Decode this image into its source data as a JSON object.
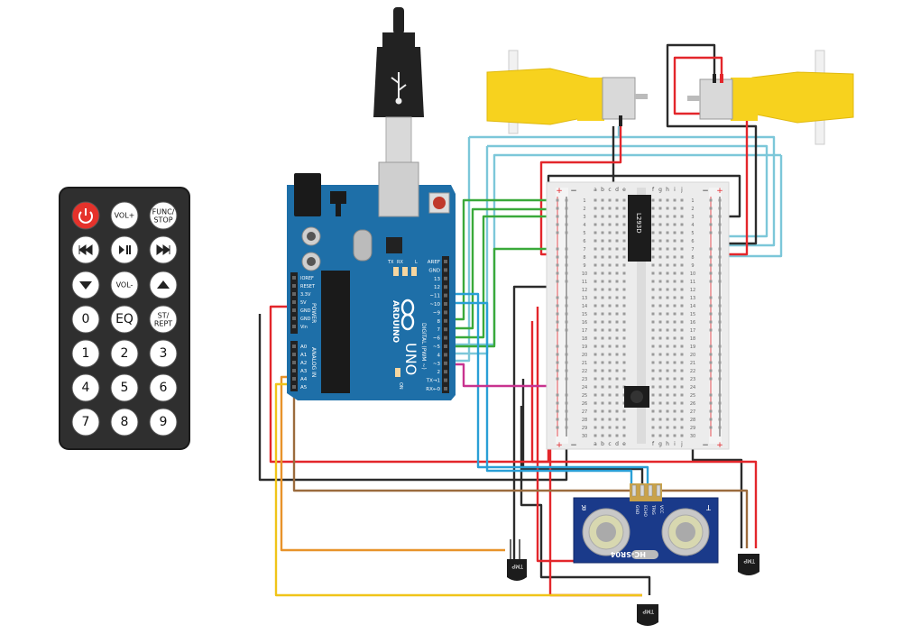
{
  "remote": {
    "buttons": [
      {
        "id": "power",
        "label": "",
        "icon": "power-icon"
      },
      {
        "id": "vol-up",
        "label": "VOL+"
      },
      {
        "id": "func-stop",
        "label": "FUNC/",
        "label2": "STOP"
      },
      {
        "id": "prev",
        "label": "",
        "icon": "skip-back-icon"
      },
      {
        "id": "play-pause",
        "label": "",
        "icon": "play-pause-icon"
      },
      {
        "id": "next",
        "label": "",
        "icon": "skip-forward-icon"
      },
      {
        "id": "down",
        "label": "",
        "icon": "arrow-down-icon"
      },
      {
        "id": "vol-down",
        "label": "VOL-"
      },
      {
        "id": "up",
        "label": "",
        "icon": "arrow-up-icon"
      },
      {
        "id": "zero",
        "label": "0"
      },
      {
        "id": "eq",
        "label": "EQ"
      },
      {
        "id": "st-rept",
        "label": "ST/",
        "label2": "REPT"
      },
      {
        "id": "one",
        "label": "1"
      },
      {
        "id": "two",
        "label": "2"
      },
      {
        "id": "three",
        "label": "3"
      },
      {
        "id": "four",
        "label": "4"
      },
      {
        "id": "five",
        "label": "5"
      },
      {
        "id": "six",
        "label": "6"
      },
      {
        "id": "seven",
        "label": "7"
      },
      {
        "id": "eight",
        "label": "8"
      },
      {
        "id": "nine",
        "label": "9"
      }
    ]
  },
  "arduino": {
    "brand": "ARDUINO",
    "model": "UNO",
    "on_label": "ON",
    "tx_label": "TX",
    "rx_label": "RX",
    "l_label": "L",
    "digital_label": "DIGITAL (PWM ~)",
    "analog_label": "ANALOG IN",
    "power_label": "POWER",
    "digital_pins": [
      "AREF",
      "GND",
      "13",
      "12",
      "~11",
      "~10",
      "~9",
      "8",
      "7",
      "~6",
      "~5",
      "4",
      "~3",
      "2",
      "TX→1",
      "RX←0"
    ],
    "power_pins": [
      "IOREF",
      "RESET",
      "3.3V",
      "5V",
      "GND",
      "GND",
      "Vin"
    ],
    "analog_pins": [
      "A0",
      "A1",
      "A2",
      "A3",
      "A4",
      "A5"
    ]
  },
  "motor_driver": {
    "label": "L293D"
  },
  "breadboard": {
    "col_letters_left": [
      "a",
      "b",
      "c",
      "d",
      "e"
    ],
    "col_letters_right": [
      "f",
      "g",
      "h",
      "i",
      "j"
    ],
    "row_count": 30
  },
  "ultrasonic": {
    "model": "HC-SR04",
    "pins": [
      "VCC",
      "TRIG",
      "ECHO",
      "GND"
    ],
    "mark_left": "R",
    "mark_right": "T"
  },
  "temp_sensors": [
    {
      "label": "TMP"
    },
    {
      "label": "TMP"
    },
    {
      "label": "TMP"
    }
  ],
  "colors": {
    "wire_red": "#e3262b",
    "wire_black": "#2b2b2b",
    "wire_green": "#3aa93a",
    "wire_blue": "#2a9fd6",
    "wire_cyan": "#7cc7d9",
    "wire_magenta": "#c8338f",
    "wire_orange": "#e8932a",
    "wire_yellow": "#f0c419",
    "wire_brown": "#9b6b3d",
    "arduino_board": "#1e6fa8",
    "motor_yellow": "#f7d21e"
  }
}
